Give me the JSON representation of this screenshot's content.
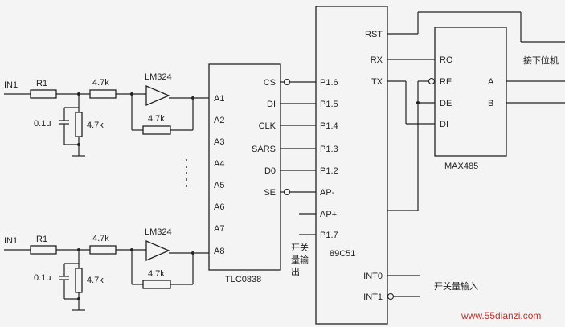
{
  "channel_top": {
    "input": "IN1",
    "resistor": "R1",
    "series_res": "4.7k",
    "opamp": "LM324",
    "cap": "0.1μ",
    "shunt_res": "4.7k",
    "feedback_res": "4.7k"
  },
  "channel_bottom": {
    "input": "IN1",
    "resistor": "R1",
    "series_res": "4.7k",
    "opamp": "LM324",
    "cap": "0.1μ",
    "shunt_res": "4.7k",
    "feedback_res": "4.7k"
  },
  "adc": {
    "name": "TLC0838",
    "inputs": [
      "A1",
      "A2",
      "A3",
      "A4",
      "A5",
      "A6",
      "A7",
      "A8"
    ],
    "pins": [
      "CS",
      "DI",
      "CLK",
      "SARS",
      "D0",
      "SE"
    ]
  },
  "mcu": {
    "name": "89C51",
    "left_pins": [
      "P1.6",
      "P1.5",
      "P1.4",
      "P1.3",
      "P1.2",
      "AP-",
      "AP+",
      "P1.7"
    ],
    "right_pins": [
      "RST",
      "RX",
      "TX",
      "INT0",
      "INT1"
    ]
  },
  "transceiver": {
    "name": "MAX485",
    "left_pins": [
      "RO",
      "RE",
      "DE",
      "DI"
    ],
    "right_pins": [
      "A",
      "B"
    ]
  },
  "annotations": {
    "switch_output": [
      "开关",
      "量输",
      "出"
    ],
    "lower_host": "接下位机",
    "switch_input": "开关量输入"
  },
  "watermark": "www.55dianzi.com"
}
